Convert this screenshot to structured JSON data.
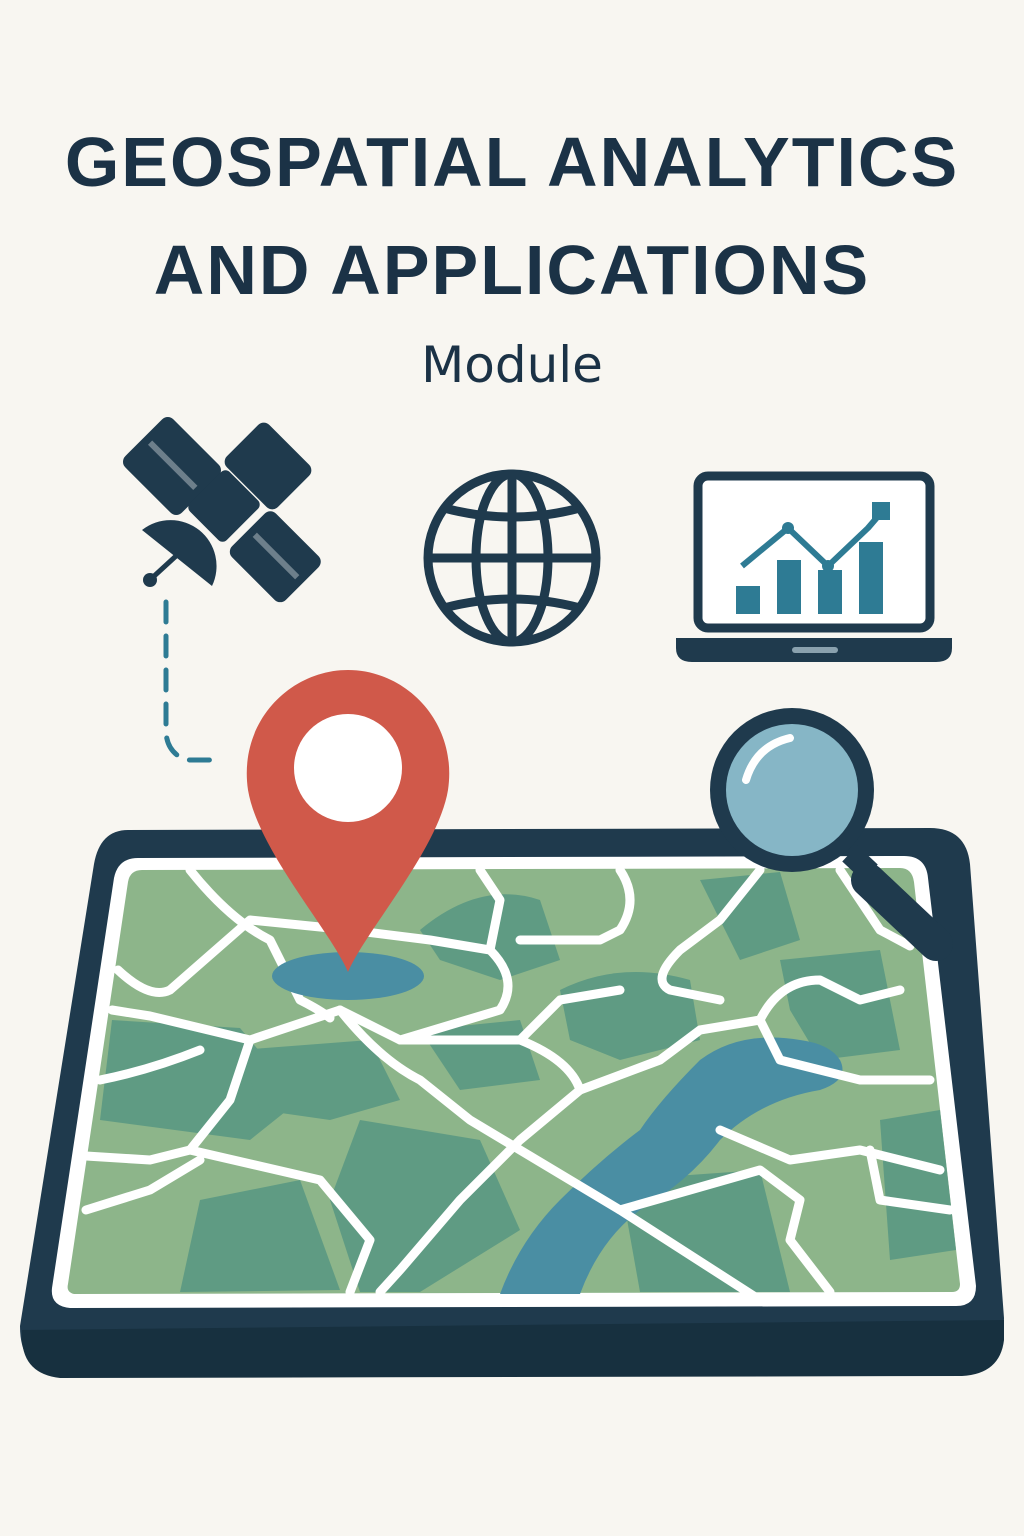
{
  "header": {
    "title_line1": "GEOSPATIAL ANALYTICS",
    "title_line2": "AND APPLICATIONS",
    "subtitle": "Module"
  },
  "icons": [
    "satellite-icon",
    "globe-icon",
    "laptop-chart-icon",
    "location-pin-icon",
    "magnifier-icon",
    "map-tablet-illustration"
  ],
  "colors": {
    "background": "#f8f6f1",
    "navy": "#1f3a4d",
    "pin_red": "#d0594a",
    "map_green_light": "#8db58a",
    "map_green_dark": "#5f9b83",
    "map_water": "#4a8ea3",
    "lens_blue": "#86b6c6",
    "chart_teal": "#2e7b94"
  }
}
